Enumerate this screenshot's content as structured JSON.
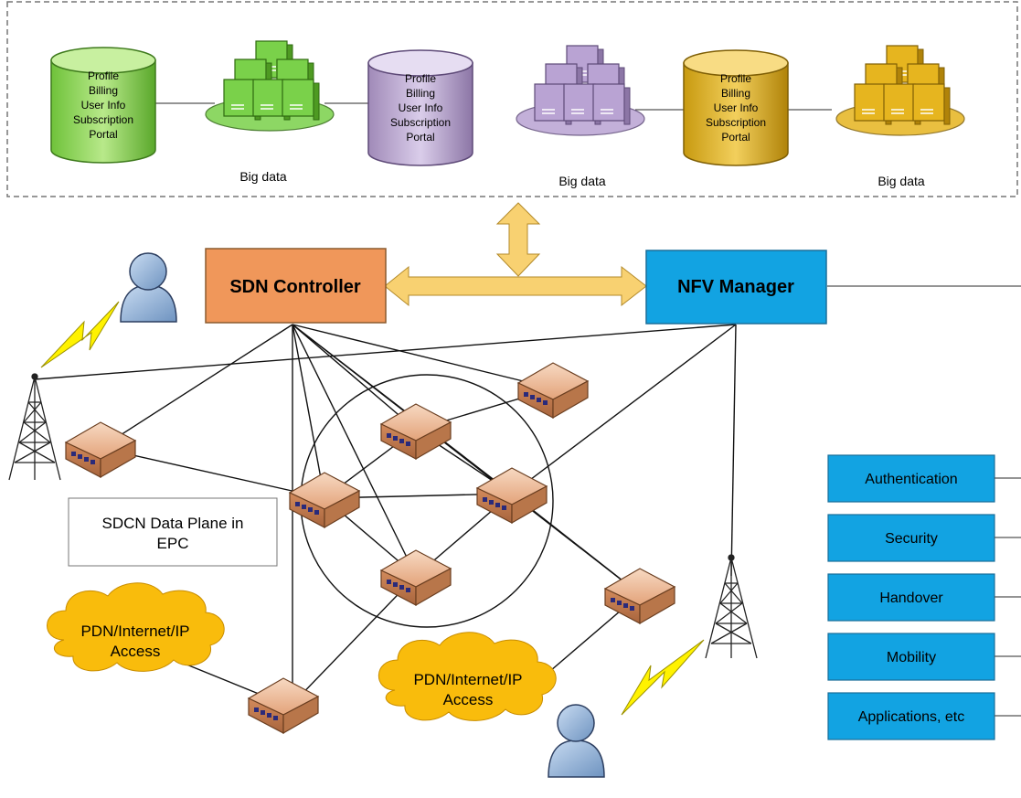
{
  "top_panel": {
    "groups": [
      {
        "db_lines": [
          "Profile",
          "Billing",
          "User Info",
          "Subscription",
          "Portal"
        ],
        "caption": "Big data",
        "color": "green"
      },
      {
        "db_lines": [
          "Profile",
          "Billing",
          "User Info",
          "Subscription",
          "Portal"
        ],
        "caption": "Big data",
        "color": "purple"
      },
      {
        "db_lines": [
          "Profile",
          "Billing",
          "User Info",
          "Subscription",
          "Portal"
        ],
        "caption": "Big data",
        "color": "gold"
      }
    ]
  },
  "controllers": {
    "sdn": "SDN Controller",
    "nfv": "NFV Manager"
  },
  "data_plane_label": [
    "SDCN Data Plane in",
    "EPC"
  ],
  "clouds": [
    [
      "PDN/Internet/IP",
      "Access"
    ],
    [
      "PDN/Internet/IP",
      "Access"
    ]
  ],
  "functions": [
    "Authentication",
    "Security",
    "Handover",
    "Mobility",
    "Applications, etc"
  ],
  "colors": {
    "sdn_box": "#F0975A",
    "nfv_box": "#12A3E2",
    "function_box": "#12A3E2",
    "cloud": "#F9BC0C",
    "arrow": "#F8D171",
    "router": "#D9956A"
  }
}
